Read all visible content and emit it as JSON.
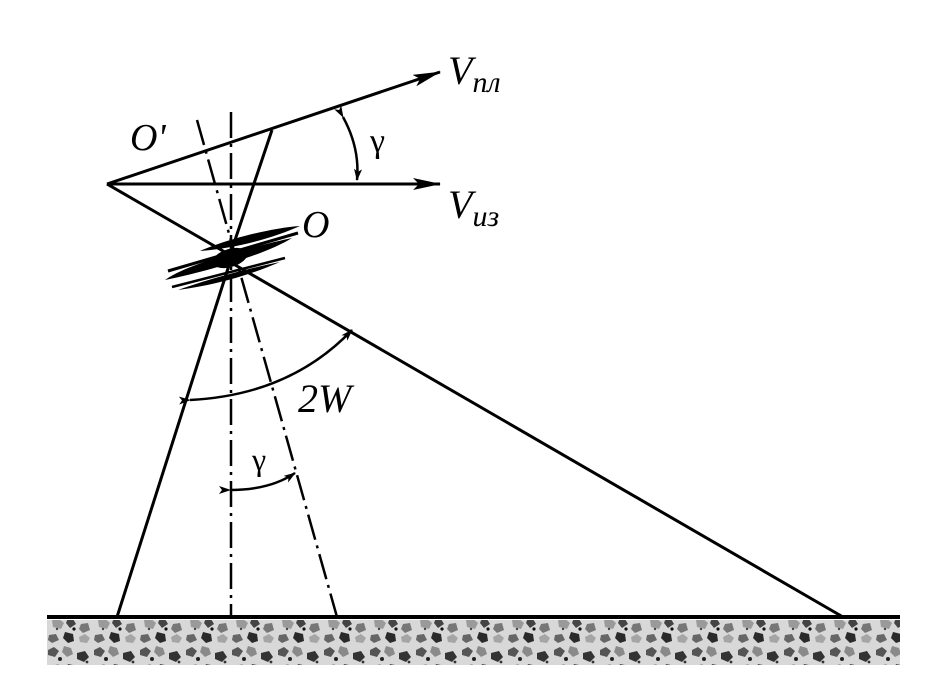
{
  "labels": {
    "v_pl": {
      "main": "V",
      "sub": "пл"
    },
    "v_iz": {
      "main": "V",
      "sub": "из"
    },
    "o_prime": "O'",
    "o": "O",
    "gamma_top": "γ",
    "gamma_bottom": "γ",
    "two_w": "2W"
  },
  "colors": {
    "line": "#000000",
    "ground_base": "#d9d9d9",
    "background": "#ffffff"
  }
}
